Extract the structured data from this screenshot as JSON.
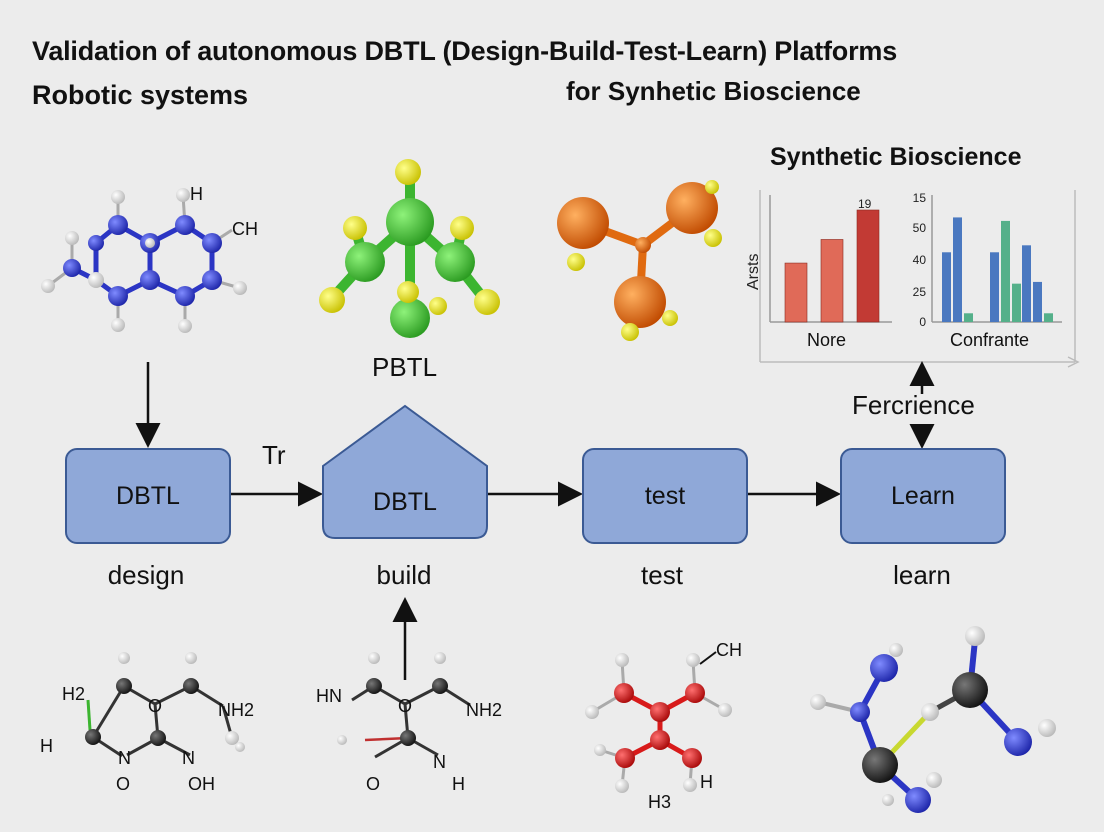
{
  "header": {
    "title_line1": "Validation of autonomous DBTL (Design-Build-Test-Learn) Platforms",
    "title_line2": "Robotic systems",
    "title_line3": "for Synhetic Bioscience"
  },
  "chart_panel": {
    "title": "Synthetic Bioscience"
  },
  "chart_data": [
    {
      "type": "bar",
      "categories": [
        "Nore"
      ],
      "series": [
        {
          "values": [
            10,
            14,
            19
          ]
        }
      ],
      "ylabel": "Arsts",
      "data_labels": [
        "19"
      ],
      "colors": [
        "#e06a58",
        "#e06a58",
        "#c23a34"
      ]
    },
    {
      "type": "bar",
      "categories": [
        "Confrante"
      ],
      "series": [
        {
          "values": [
            40,
            60,
            5
          ]
        },
        {
          "values": [
            40,
            58,
            22
          ]
        },
        {
          "values": [
            44,
            23,
            5
          ]
        }
      ],
      "ytick_labels": [
        "0",
        "25",
        "40",
        "50",
        "15"
      ],
      "ylim": [
        0,
        70
      ],
      "colors": [
        "#4a78c0",
        "#55b08a"
      ]
    }
  ],
  "flow": {
    "nodes": [
      {
        "label": "DBTL",
        "caption": "design"
      },
      {
        "label": "DBTL",
        "caption": "build"
      },
      {
        "label": "test",
        "caption": "test"
      },
      {
        "label": "Learn",
        "caption": "learn"
      }
    ],
    "edge_label_design_build": "Tr",
    "build_molecule_label": "PBTL",
    "learn_feedback_label": "Fercrience"
  },
  "molecule_labels": {
    "top_left_h": "H",
    "top_left_ch": "CH",
    "bl_h2_top": "H2",
    "bl_h": "H",
    "bl_o_center": "O",
    "bl_nh2": "NH2",
    "bl_n": "N",
    "bl_oh": "OH",
    "bl_o_bottom": "O",
    "bb_hn": "HN",
    "bb_o_center": "O",
    "bb_nh2": "NH2",
    "bb_n": "N",
    "bb_h": "H",
    "bb_o_bottom": "O",
    "br_ch": "CH",
    "br_h": "H",
    "br_h3": "H3"
  },
  "colors": {
    "node_fill": "#8fa8d8",
    "node_border": "#3b5a94",
    "nitrogen": "#2b35c4",
    "carbon_green": "#3cb530",
    "sulfur_yellow": "#e8e020",
    "orange": "#e06a10",
    "oxygen_red": "#d81a1a",
    "dark_atom": "#2a2a2a"
  }
}
